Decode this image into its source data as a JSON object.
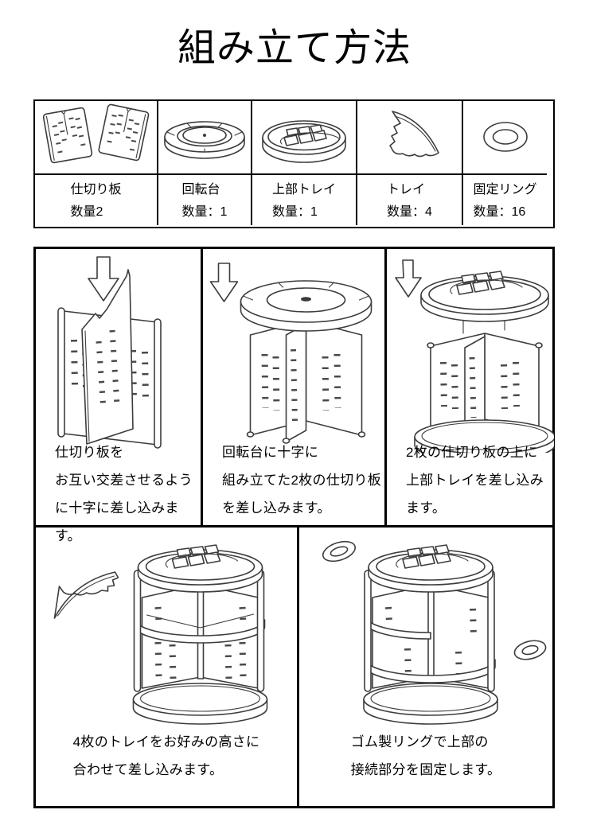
{
  "title": "組み立て方法",
  "colors": {
    "border": "#000000",
    "ink": "#3d3d3d",
    "background": "#ffffff"
  },
  "parts": {
    "items": [
      {
        "name": "仕切り板",
        "qty": "数量2"
      },
      {
        "name": "回転台",
        "qty": "数量：1"
      },
      {
        "name": "上部トレイ",
        "qty": "数量：1"
      },
      {
        "name": "トレイ",
        "qty": "数量：4"
      },
      {
        "name": "固定リング",
        "qty": "数量：16"
      }
    ]
  },
  "steps": {
    "items": [
      {
        "lines": [
          "仕切り板を",
          "お互い交差させるよう",
          "に十字に差し込みます。"
        ]
      },
      {
        "lines": [
          "回転台に十字に",
          "組み立てた2枚の仕切り板",
          "を差し込みます。"
        ]
      },
      {
        "lines": [
          "2枚の仕切り板の上に",
          "上部トレイを差し込み",
          "ます。"
        ]
      },
      {
        "lines": [
          "4枚のトレイをお好みの高さに",
          "合わせて差し込みます。"
        ]
      },
      {
        "lines": [
          "ゴム製リングで上部の",
          "接続部分を固定します。"
        ]
      }
    ]
  }
}
